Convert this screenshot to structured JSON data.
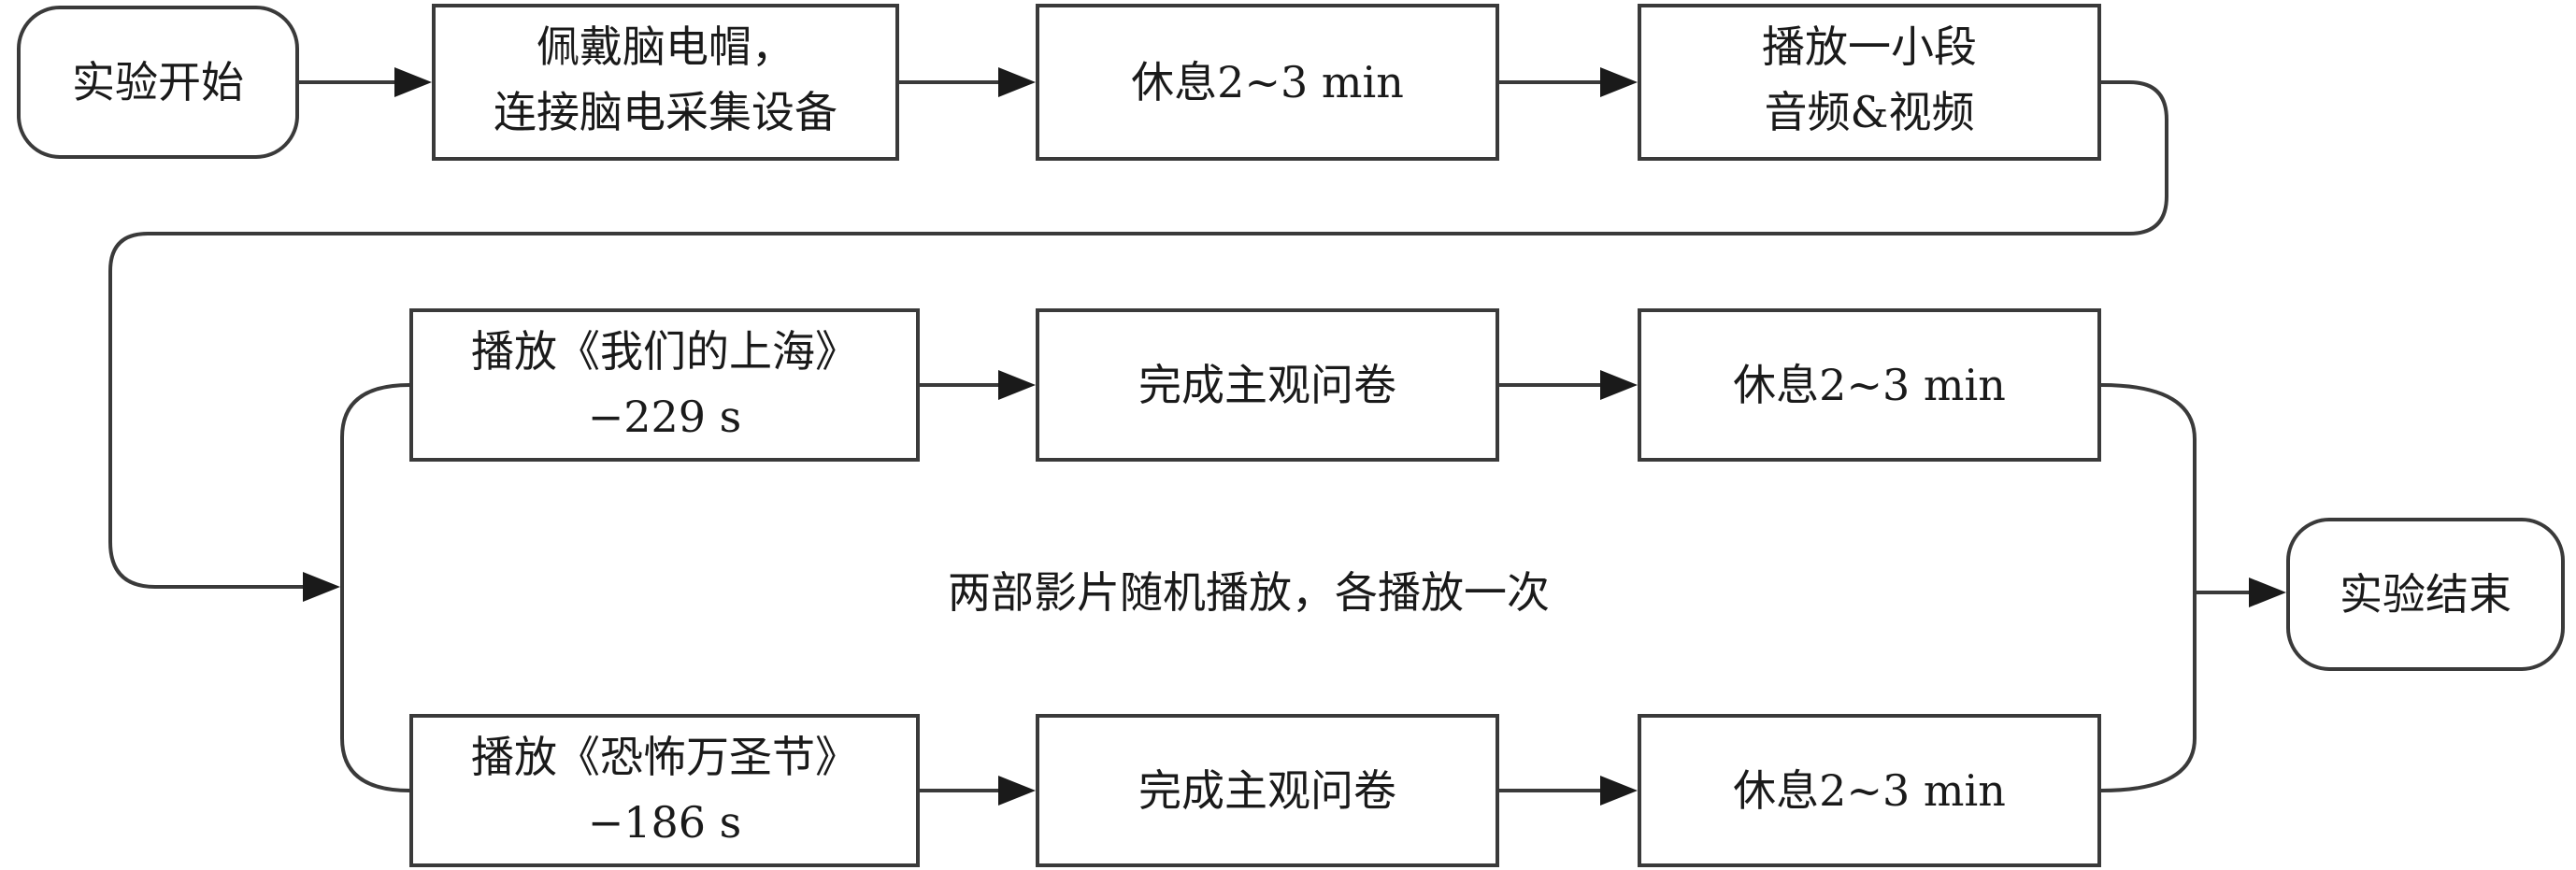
{
  "nodes": {
    "start": {
      "lines": [
        "实验开始"
      ]
    },
    "wear_cap": {
      "lines": [
        "佩戴脑电帽，",
        "连接脑电采集设备"
      ]
    },
    "rest_1": {
      "lines": [
        "休息2~3 min"
      ]
    },
    "play_clip": {
      "lines": [
        "播放一小段",
        "音频&视频"
      ]
    },
    "play_shanghai": {
      "lines": [
        "播放《我们的上海》",
        "−229 s"
      ]
    },
    "questionnaire_1": {
      "lines": [
        "完成主观问卷"
      ]
    },
    "rest_2": {
      "lines": [
        "休息2~3 min"
      ]
    },
    "play_halloween": {
      "lines": [
        "播放《恐怖万圣节》",
        "−186 s"
      ]
    },
    "questionnaire_2": {
      "lines": [
        "完成主观问卷"
      ]
    },
    "rest_3": {
      "lines": [
        "休息2~3 min"
      ]
    },
    "end": {
      "lines": [
        "实验结束"
      ]
    }
  },
  "annotation": "两部影片随机播放，各播放一次"
}
